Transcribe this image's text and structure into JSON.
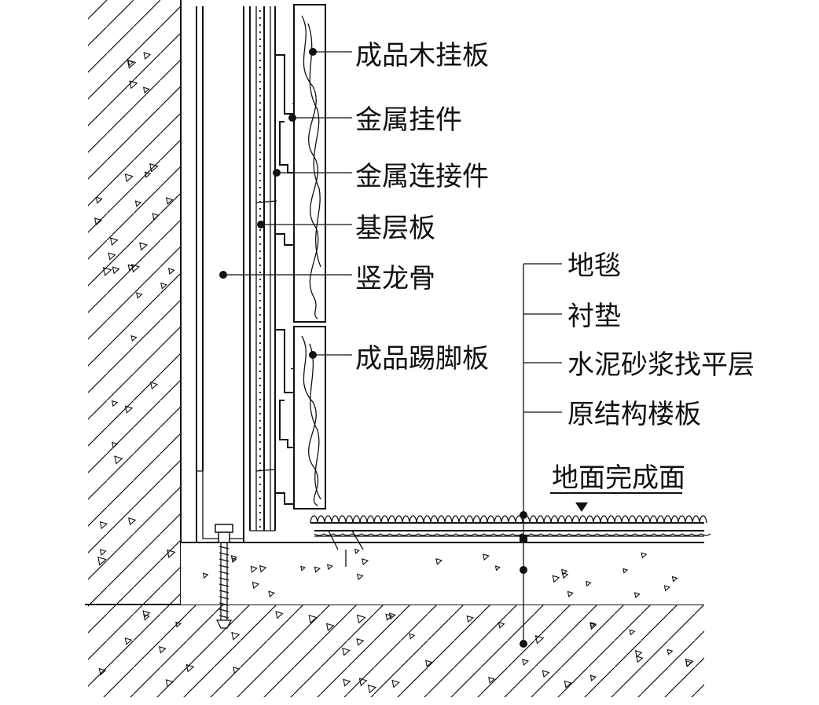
{
  "labels": {
    "wood_panel": "成品木挂板",
    "metal_hanger": "金属挂件",
    "metal_connector": "金属连接件",
    "base_board": "基层板",
    "vertical_keel": "竖龙骨",
    "skirting_board": "成品踢脚板",
    "carpet": "地毯",
    "underlay": "衬垫",
    "cement_leveling": "水泥砂浆找平层",
    "structural_slab": "原结构楼板",
    "finished_floor": "地面完成面"
  }
}
